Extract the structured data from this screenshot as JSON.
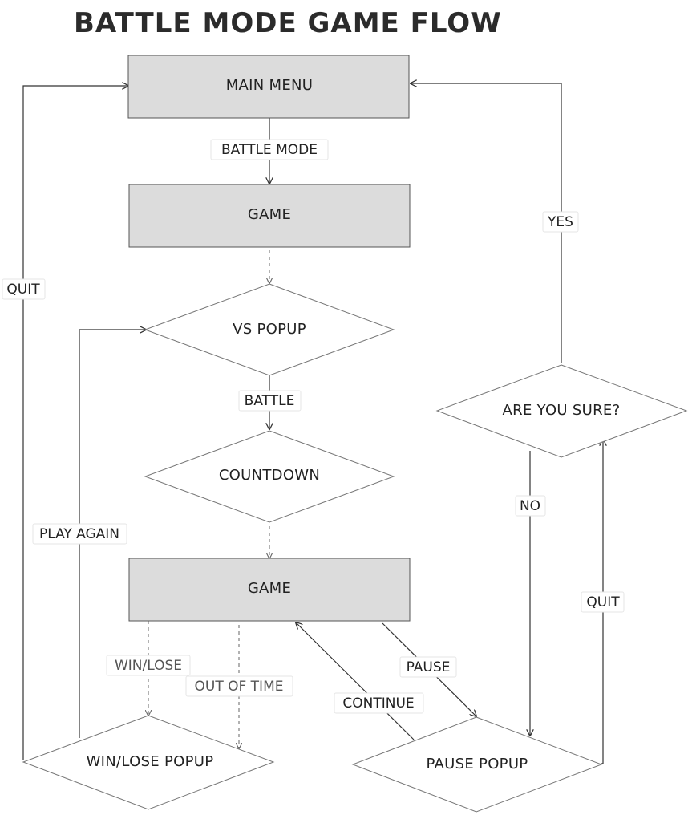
{
  "title": "BATTLE MODE GAME FLOW",
  "nodes": {
    "main_menu": "MAIN MENU",
    "game_1": "GAME",
    "vs_popup": "VS POPUP",
    "countdown": "COUNTDOWN",
    "game_2": "GAME",
    "win_lose_popup": "WIN/LOSE POPUP",
    "pause_popup": "PAUSE POPUP",
    "are_you_sure": "ARE YOU SURE?"
  },
  "edges": {
    "battle_mode": "BATTLE MODE",
    "battle": "BATTLE",
    "win_lose": "WIN/LOSE",
    "out_of_time": "OUT OF TIME",
    "pause": "PAUSE",
    "continue": "CONTINUE",
    "play_again": "PLAY AGAIN",
    "quit_left": "QUIT",
    "quit_right": "QUIT",
    "yes": "YES",
    "no": "NO"
  }
}
